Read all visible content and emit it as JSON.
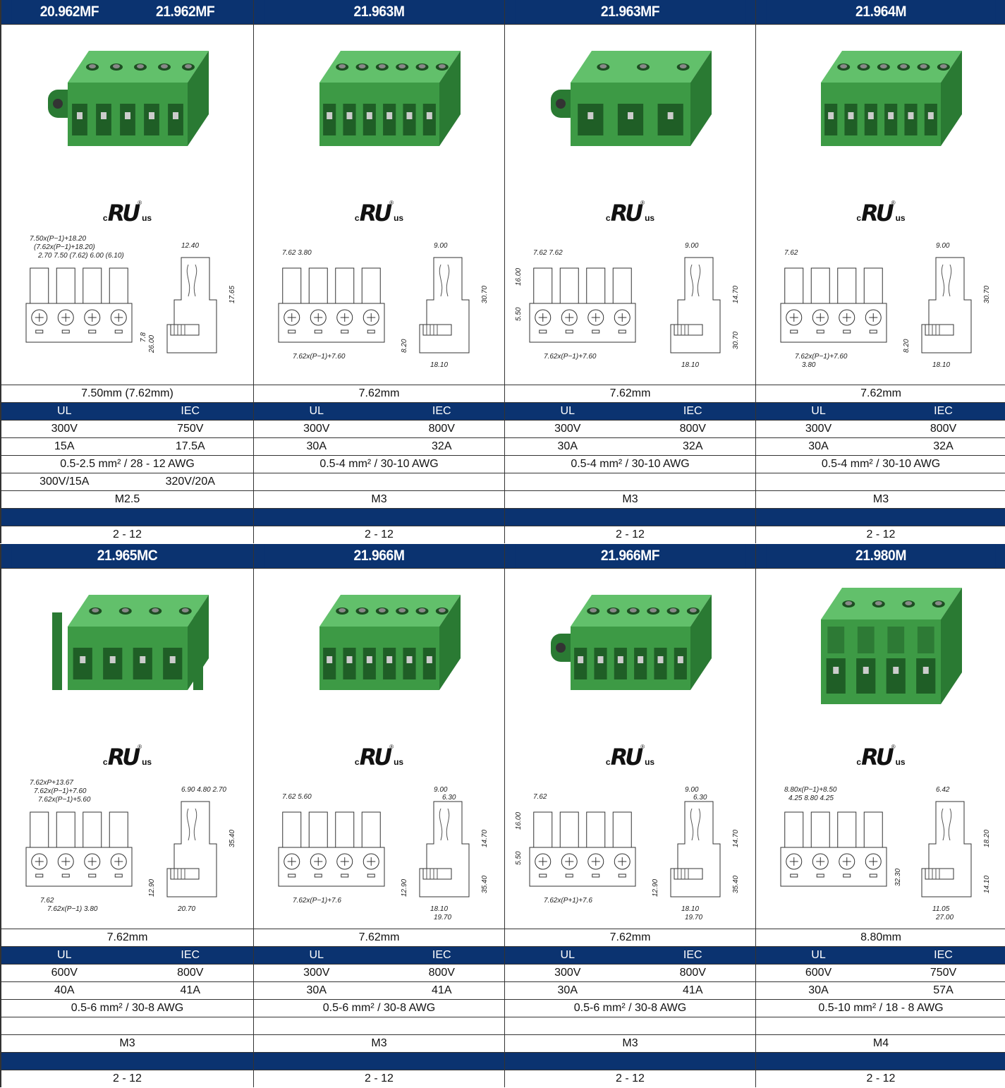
{
  "ul_logo": {
    "c": "c",
    "mark": "RU",
    "reg": "®",
    "us": "us"
  },
  "colors": {
    "header": "#0b3370",
    "green": "#3d9a45",
    "green_light": "#5cbf66"
  },
  "products": [
    {
      "titles": [
        "20.962MF",
        "21.962MF"
      ],
      "photo_poles": 5,
      "style": "flange",
      "dims": {
        "front_top": [
          "7.50x(P−1)+18.20",
          "(7.62x(P−1)+18.20)",
          "2.70   7.50 (7.62)   6.00 (6.10)"
        ],
        "front_bottom": [],
        "front_right": [
          "7.8"
        ],
        "side_top": [
          "12.40"
        ],
        "side_left": [
          "26.00"
        ],
        "side_right": [
          "17.65"
        ],
        "side_bottom": []
      },
      "pitch": "7.50mm (7.62mm)",
      "voltage": [
        "300V",
        "750V"
      ],
      "current": [
        "15A",
        "17.5A"
      ],
      "wire": "0.5-2.5 mm² / 28 - 12 AWG",
      "extra": [
        "300V/15A",
        "320V/20A"
      ],
      "screw": "M2.5",
      "poles": "2 - 12"
    },
    {
      "titles": [
        "21.963M"
      ],
      "photo_poles": 6,
      "style": "plain",
      "dims": {
        "front_top": [
          "7.62   3.80"
        ],
        "front_bottom": [
          "7.62x(P−1)+7.60"
        ],
        "front_right": [],
        "side_top": [
          "9.00"
        ],
        "side_left": [
          "8.20"
        ],
        "side_right": [
          "30.70"
        ],
        "side_bottom": [
          "18.10"
        ]
      },
      "pitch": "7.62mm",
      "voltage": [
        "300V",
        "800V"
      ],
      "current": [
        "30A",
        "32A"
      ],
      "wire": "0.5-4 mm² / 30-10 AWG",
      "extra": [
        "",
        ""
      ],
      "screw": "M3",
      "poles": "2 - 12"
    },
    {
      "titles": [
        "21.963MF"
      ],
      "photo_poles": 3,
      "style": "flange",
      "dims": {
        "front_top": [
          "7.62   7.62"
        ],
        "front_bottom": [
          "7.62x(P−1)+7.60"
        ],
        "front_left": [
          "5.50",
          "16.00"
        ],
        "side_top": [
          "9.00"
        ],
        "side_left": [],
        "side_right": [
          "14.70",
          "30.70"
        ],
        "side_bottom": [
          "18.10"
        ]
      },
      "pitch": "7.62mm",
      "voltage": [
        "300V",
        "800V"
      ],
      "current": [
        "30A",
        "32A"
      ],
      "wire": "0.5-4 mm² / 30-10 AWG",
      "extra": [
        "",
        ""
      ],
      "screw": "M3",
      "poles": "2 - 12"
    },
    {
      "titles": [
        "21.964M"
      ],
      "photo_poles": 6,
      "style": "plain",
      "dims": {
        "front_top": [
          "7.62"
        ],
        "front_bottom": [
          "7.62x(P−1)+7.60",
          "3.80"
        ],
        "front_right": [],
        "side_top": [
          "9.00"
        ],
        "side_left": [
          "8.20"
        ],
        "side_right": [
          "30.70"
        ],
        "side_bottom": [
          "18.10"
        ]
      },
      "pitch": "7.62mm",
      "voltage": [
        "300V",
        "800V"
      ],
      "current": [
        "30A",
        "32A"
      ],
      "wire": "0.5-4 mm² / 30-10 AWG",
      "extra": [
        "",
        ""
      ],
      "screw": "M3",
      "poles": "2 - 12"
    },
    {
      "titles": [
        "21.965MC"
      ],
      "photo_poles": 4,
      "style": "latch",
      "dims": {
        "front_top": [
          "7.62xP+13.67",
          "7.62x(P−1)+7.60",
          "7.62x(P−1)+5.60"
        ],
        "front_bottom": [
          "7.62",
          "7.62x(P−1)   3.80"
        ],
        "front_right": [],
        "side_top": [
          "6.90  4.80  2.70"
        ],
        "side_left": [
          "12.90"
        ],
        "side_right": [
          "35.40"
        ],
        "side_bottom": [
          "20.70"
        ]
      },
      "pitch": "7.62mm",
      "voltage": [
        "600V",
        "800V"
      ],
      "current": [
        "40A",
        "41A"
      ],
      "wire": "0.5-6 mm² / 30-8 AWG",
      "extra": [
        "",
        ""
      ],
      "screw": "M3",
      "poles": "2 - 12"
    },
    {
      "titles": [
        "21.966M"
      ],
      "photo_poles": 6,
      "style": "plain",
      "dims": {
        "front_top": [
          "7.62   5.60"
        ],
        "front_bottom": [
          "7.62x(P−1)+7.6"
        ],
        "front_right": [],
        "side_top": [
          "9.00",
          "6.30"
        ],
        "side_left": [
          "12.90"
        ],
        "side_right": [
          "14.70",
          "35.40"
        ],
        "side_bottom": [
          "18.10",
          "19.70"
        ]
      },
      "pitch": "7.62mm",
      "voltage": [
        "300V",
        "800V"
      ],
      "current": [
        "30A",
        "41A"
      ],
      "wire": "0.5-6 mm² / 30-8 AWG",
      "extra": [
        "",
        ""
      ],
      "screw": "M3",
      "poles": "2 - 12"
    },
    {
      "titles": [
        "21.966MF"
      ],
      "photo_poles": 6,
      "style": "flange",
      "dims": {
        "front_top": [
          "7.62"
        ],
        "front_bottom": [
          "7.62x(P+1)+7.6"
        ],
        "front_left": [
          "5.50",
          "16.00"
        ],
        "side_top": [
          "9.00",
          "6.30"
        ],
        "side_left": [
          "12.90"
        ],
        "side_right": [
          "14.70",
          "35.40"
        ],
        "side_bottom": [
          "18.10",
          "19.70"
        ]
      },
      "pitch": "7.62mm",
      "voltage": [
        "300V",
        "800V"
      ],
      "current": [
        "30A",
        "41A"
      ],
      "wire": "0.5-6 mm² / 30-8 AWG",
      "extra": [
        "",
        ""
      ],
      "screw": "M3",
      "poles": "2 - 12"
    },
    {
      "titles": [
        "21.980M"
      ],
      "photo_poles": 4,
      "style": "tall",
      "dims": {
        "front_top": [
          "8.80x(P−1)+8.50",
          "4.25  8.80            4.25"
        ],
        "front_bottom": [],
        "front_right": [
          "32.30"
        ],
        "side_top": [
          "6.42"
        ],
        "side_left": [],
        "side_right": [
          "18.20",
          "14.10"
        ],
        "side_bottom": [
          "11.05",
          "27.00"
        ]
      },
      "pitch": "8.80mm",
      "voltage": [
        "600V",
        "750V"
      ],
      "current": [
        "30A",
        "57A"
      ],
      "wire": "0.5-10 mm² / 18 - 8 AWG",
      "extra": [
        "",
        ""
      ],
      "screw": "M4",
      "poles": "2 - 12"
    }
  ],
  "table_header": [
    "UL",
    "IEC"
  ]
}
